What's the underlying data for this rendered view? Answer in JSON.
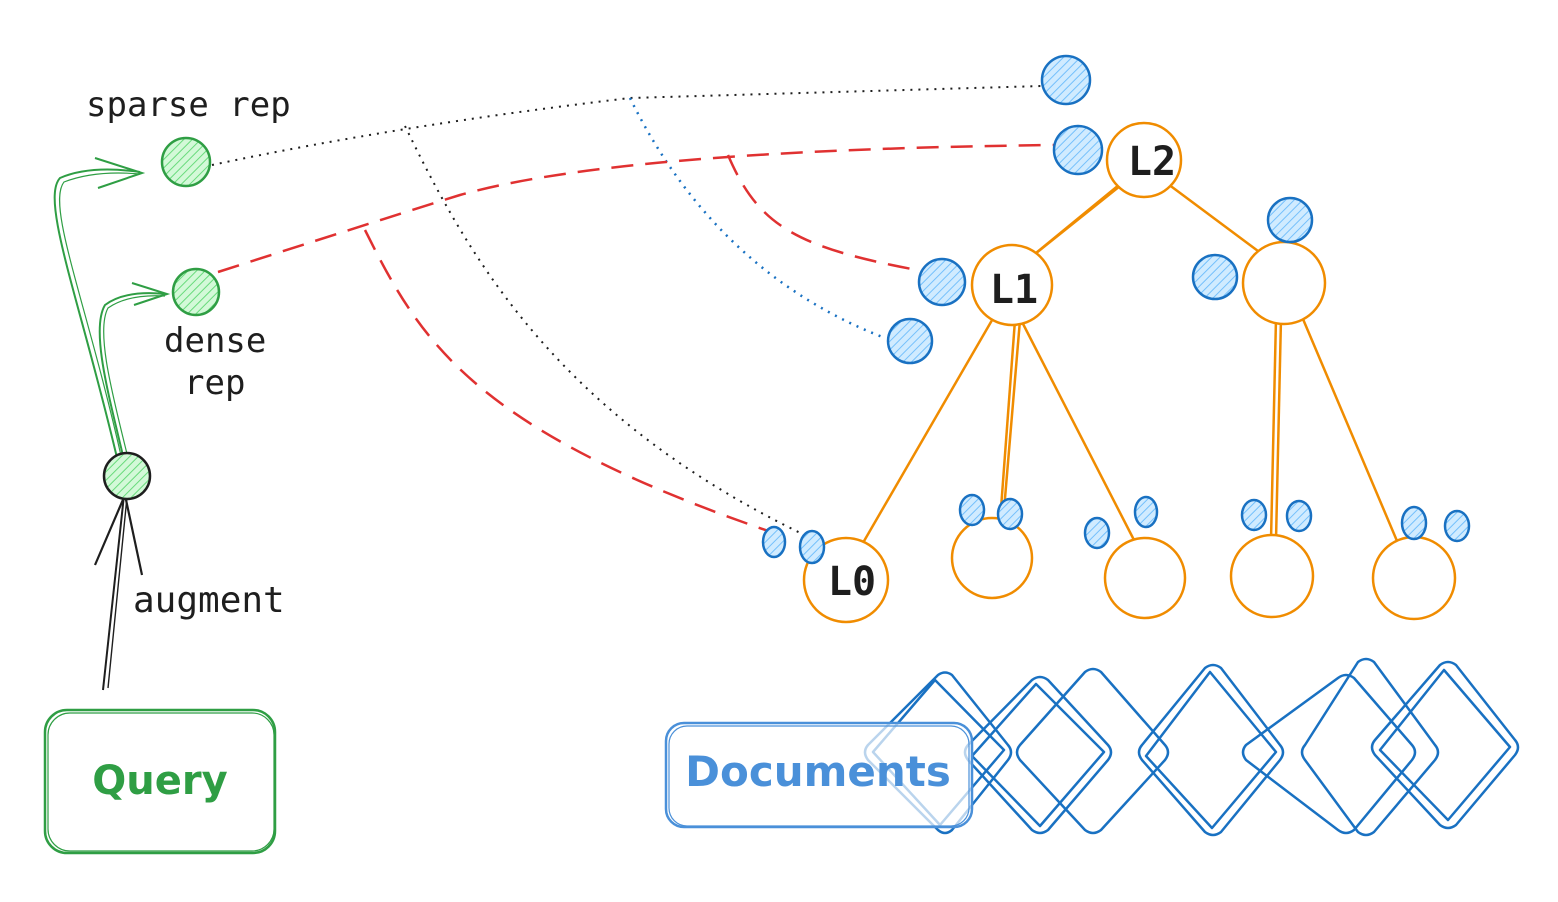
{
  "labels": {
    "sparse": "sparse rep",
    "dense_line1": "dense",
    "dense_line2": "rep",
    "augment": "augment",
    "query": "Query",
    "documents": "Documents",
    "l2": "L2",
    "l1": "L1",
    "l0": "L0"
  },
  "colors": {
    "green": "#2f9e44",
    "green_fill": "#b2f2bb",
    "blue": "#1971c2",
    "blue_fill": "#a5d8ff",
    "orange": "#f08c00",
    "red": "#e03131",
    "ink": "#1e1e1e",
    "doc_label": "#4a90d9"
  }
}
